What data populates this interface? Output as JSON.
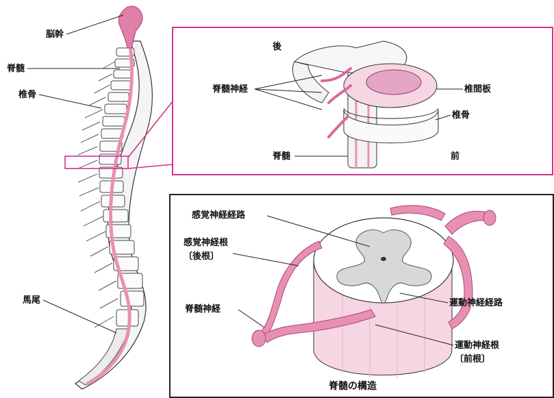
{
  "colors": {
    "magenta_frame": "#d4308c",
    "pink_fill": "#e890b4",
    "pale_pink": "#f6d6e2",
    "gray_matter": "#d8d8d8",
    "line": "#222222"
  },
  "left_panel": {
    "labels": {
      "brainstem": "脳幹",
      "spinal_cord": "脊髄",
      "vertebra": "椎骨",
      "cauda_equina": "馬尾"
    }
  },
  "top_right_panel": {
    "labels": {
      "posterior": "後",
      "spinal_nerve": "脊髄神経",
      "intervertebral_disc": "椎間板",
      "vertebra": "椎骨",
      "spinal_cord": "脊髄",
      "anterior": "前"
    }
  },
  "bottom_right_panel": {
    "labels": {
      "sensory_tract": "感覚神経経路",
      "sensory_root_line1": "感覚神経根",
      "sensory_root_line2": "〔後根〕",
      "spinal_nerve": "脊髄神経",
      "motor_tract": "運動神経経路",
      "motor_root_line1": "運動神経根",
      "motor_root_line2": "〔前根〕"
    },
    "caption": "脊髄の構造"
  }
}
